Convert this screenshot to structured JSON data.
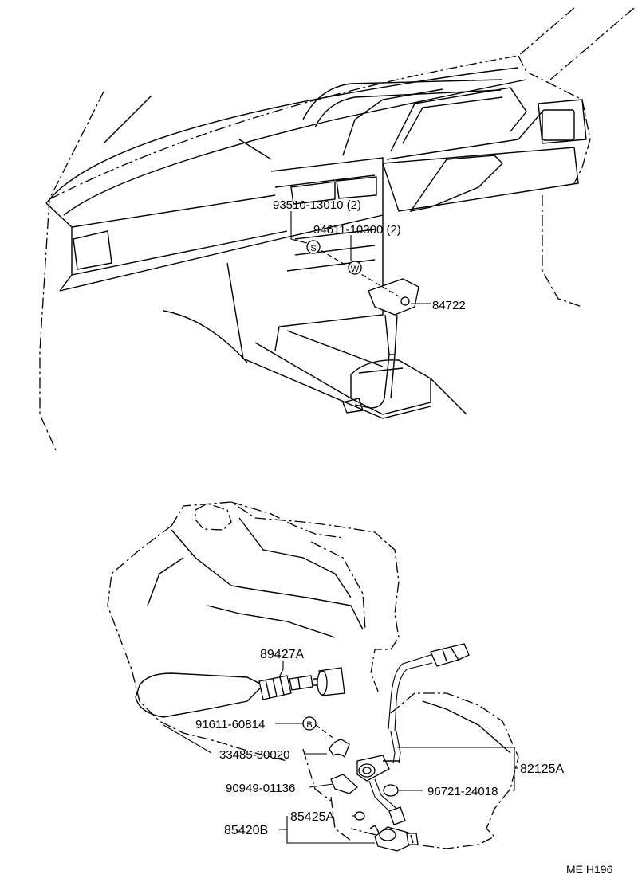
{
  "top_callouts": {
    "screw_part": "93510-13010 (2)",
    "washer_part": "94611-10300 (2)",
    "switch_part": "84722",
    "screw_symbol": "S",
    "washer_symbol": "W"
  },
  "bottom_callouts": {
    "speed_sensor": "89427A",
    "bolt": "91611-60814",
    "bolt_symbol": "B",
    "clamp": "33485-30020",
    "bracket": "90949-01136",
    "o_ring": "96721-24018",
    "harness": "82125A",
    "o_ring_small": "85425A",
    "solenoid": "85420B"
  },
  "footer": {
    "code": "ME H196"
  }
}
